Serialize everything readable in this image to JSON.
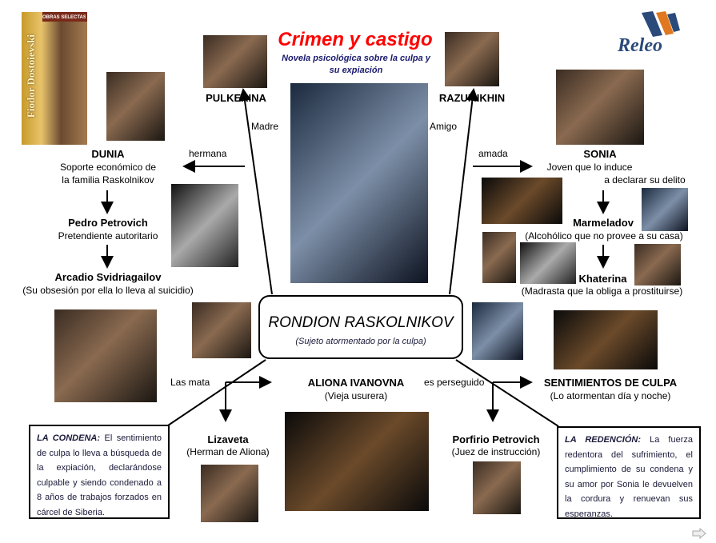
{
  "title": "Crimen y castigo",
  "subtitle": "Novela psicológica sobre la culpa y su expiación",
  "logo": "Releo",
  "book_cover": {
    "author": "Fiodor Dostoievski",
    "series": "OBRAS SELECTAS"
  },
  "colors": {
    "title": "#ff0000",
    "subtitle": "#1a1a6e",
    "logo_blue": "#2a4a7a",
    "logo_orange": "#e07820"
  },
  "center": {
    "name": "RONDION RASKOLNIKOV",
    "desc": "(Sujeto atormentado por la culpa)"
  },
  "relations": {
    "madre": "Madre",
    "amigo": "Amigo",
    "hermana": "hermana",
    "amada": "amada",
    "las_mata": "Las  mata",
    "perseguido": "es perseguido"
  },
  "pulkerina": "PULKERINA",
  "razumikhin": "RAZUMIKHIN",
  "dunia": {
    "name": "DUNIA",
    "desc1": "Soporte económico de",
    "desc2": "la familia Raskolnikov"
  },
  "pedro": {
    "name": "Pedro Petrovich",
    "desc": "Pretendiente autoritario"
  },
  "arcadio": {
    "name": "Arcadio Svidriagailov",
    "desc": "(Su obsesión por ella lo lleva al suicidio)"
  },
  "sonia": {
    "name": "SONIA",
    "desc1": "Joven  que lo induce",
    "desc2": "a declarar su delito"
  },
  "marmeladov": {
    "name": "Marmeladov",
    "desc": "(Alcohólico que no provee a su casa)"
  },
  "khaterina": {
    "name": "Khaterina",
    "desc": "(Madrasta que la obliga a prostituirse)"
  },
  "aliona": {
    "name": "ALIONA  IVANOVNA",
    "desc": "(Vieja usurera)"
  },
  "sentimientos": {
    "name": "SENTIMIENTOS DE CULPA",
    "desc": "(Lo atormentan día y noche)"
  },
  "lizaveta": {
    "name": "Lizaveta",
    "desc": "(Herman de Aliona)"
  },
  "porfirio": {
    "name": "Porfirio  Petrovich",
    "desc": "(Juez de instrucción)"
  },
  "condena": {
    "label": "LA CONDENA:",
    "text": "El sentimiento de culpa lo lleva a búsqueda de la expiación, declarándose culpable y siendo condenado a 8 años de trabajos forzados en cárcel de Siberia."
  },
  "redencion": {
    "label": "LA REDENCIÓN:",
    "text": "La fuerza redentora del sufrimiento, el cumplimiento de su condena y su amor por Sonia le devuelven la cordura y renuevan sus esperanzas."
  },
  "next_icon": "arrow-right-icon"
}
